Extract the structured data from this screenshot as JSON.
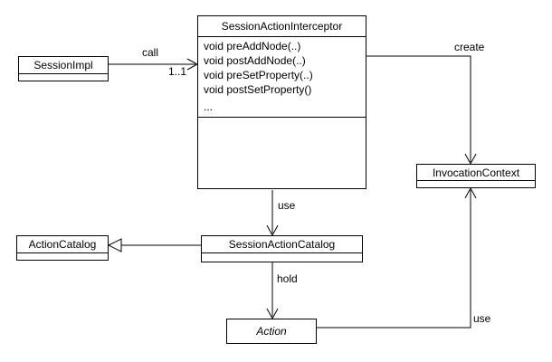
{
  "classes": {
    "session_impl": {
      "name": "SessionImpl"
    },
    "session_action_interceptor": {
      "name": "SessionActionInterceptor",
      "methods": [
        "void preAddNode(..)",
        "void postAddNode(..)",
        "void preSetProperty(..)",
        "void postSetProperty()",
        "..."
      ]
    },
    "invocation_context": {
      "name": "InvocationContext"
    },
    "action_catalog": {
      "name": "ActionCatalog"
    },
    "session_action_catalog": {
      "name": "SessionActionCatalog"
    },
    "action": {
      "name": "Action",
      "abstract": true
    }
  },
  "edges": {
    "call": {
      "label": "call",
      "multiplicity": "1..1",
      "from": "SessionImpl",
      "to": "SessionActionInterceptor"
    },
    "create": {
      "label": "create",
      "from": "SessionActionInterceptor",
      "to": "InvocationContext"
    },
    "use_catalog": {
      "label": "use",
      "from": "SessionActionInterceptor",
      "to": "SessionActionCatalog"
    },
    "inheritance": {
      "from": "SessionActionCatalog",
      "to": "ActionCatalog"
    },
    "hold": {
      "label": "hold",
      "from": "SessionActionCatalog",
      "to": "Action"
    },
    "use_context": {
      "label": "use",
      "from": "Action",
      "to": "InvocationContext"
    }
  },
  "colors": {
    "line": "#000000",
    "box_border": "#000000",
    "box_fill": "#ffffff",
    "background": "#ffffff",
    "text": "#000000"
  }
}
